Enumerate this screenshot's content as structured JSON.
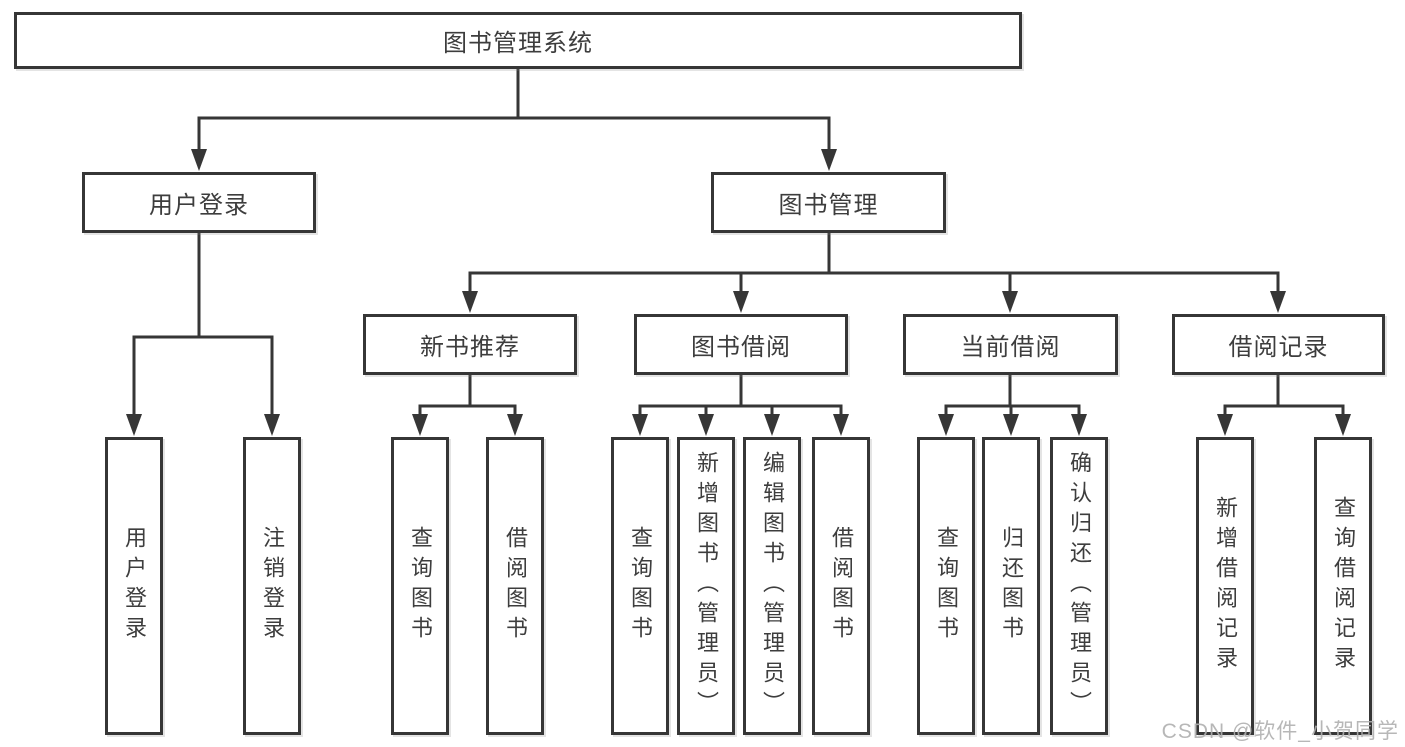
{
  "diagram": {
    "root": "图书管理系统",
    "user_login": {
      "label": "用户登录",
      "children": [
        "用户登录",
        "注销登录"
      ]
    },
    "book_management": {
      "label": "图书管理",
      "sections": [
        {
          "label": "新书推荐",
          "children": [
            "查询图书",
            "借阅图书"
          ]
        },
        {
          "label": "图书借阅",
          "children": [
            "查询图书",
            "新增图书（管理员）",
            "编辑图书（管理员）",
            "借阅图书"
          ]
        },
        {
          "label": "当前借阅",
          "children": [
            "查询图书",
            "归还图书",
            "确认归还（管理员）"
          ]
        },
        {
          "label": "借阅记录",
          "children": [
            "新增借阅记录",
            "查询借阅记录"
          ]
        }
      ]
    }
  },
  "watermark": "CSDN @软件_小贺同学",
  "colors": {
    "line": "#363636",
    "text": "#3d3d3d",
    "background": "#ffffff",
    "watermark": "#afafaf"
  }
}
